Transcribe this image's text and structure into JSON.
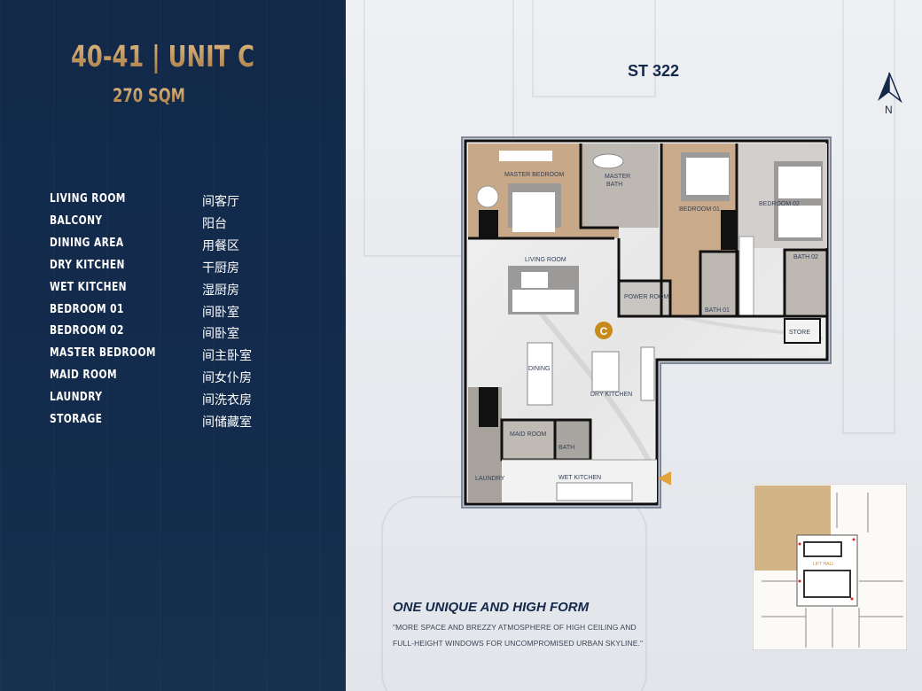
{
  "header": {
    "title": "40-41 | UNIT C",
    "area": "270 SQM"
  },
  "rooms": [
    {
      "en": "LIVING ROOM",
      "cn": "间客厅"
    },
    {
      "en": "BALCONY",
      "cn": "阳台"
    },
    {
      "en": "DINING AREA",
      "cn": "用餐区"
    },
    {
      "en": "DRY KITCHEN",
      "cn": "干厨房"
    },
    {
      "en": "WET KITCHEN",
      "cn": "湿厨房"
    },
    {
      "en": "BEDROOM 01",
      "cn": "间卧室"
    },
    {
      "en": "BEDROOM 02",
      "cn": "间卧室"
    },
    {
      "en": "MASTER BEDROOM",
      "cn": "间主卧室"
    },
    {
      "en": "MAID ROOM",
      "cn": "间女仆房"
    },
    {
      "en": "LAUNDRY",
      "cn": "间洗衣房"
    },
    {
      "en": "STORAGE",
      "cn": "间储藏室"
    }
  ],
  "plan": {
    "name": "ST 322",
    "north": "N",
    "unit_marker": "C",
    "labels": {
      "master_bedroom": "MASTER BEDROOM",
      "master_bath": "MASTER",
      "master_bath2": "BATH",
      "bedroom01": "BEDROOM 01",
      "bedroom02": "BEDROOM 02",
      "living": "LIVING ROOM",
      "power": "POWER ROOM",
      "bath01": "BATH 01",
      "bath02": "BATH 02",
      "store": "STORE",
      "dining": "DINING",
      "dry_kitchen": "DRY KITCHEN",
      "maid": "MAID ROOM",
      "bath": "BATH",
      "laundry": "LAUNDRY",
      "wet_kitchen": "WET KITCHEN",
      "keyplan_lift": "LIFT HALL"
    }
  },
  "tagline": {
    "heading": "ONE UNIQUE AND HIGH FORM",
    "line1": "\"MORE SPACE AND BREZZY ATMOSPHERE OF HIGH CEILING AND",
    "line2": "FULL-HEIGHT WINDOWS FOR UNCOMPROMISED URBAN SKYLINE.\""
  },
  "colors": {
    "navy": "#12294a",
    "gold": "#c99c62",
    "marker": "#c98a1c"
  }
}
